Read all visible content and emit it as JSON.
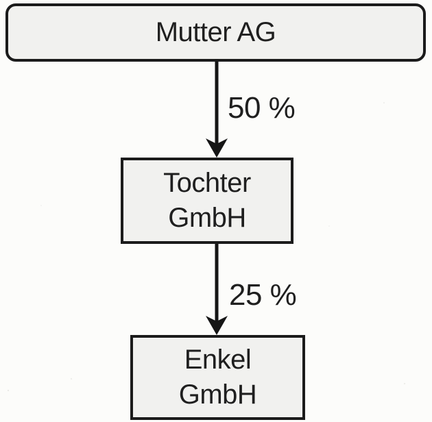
{
  "diagram": {
    "type": "corporate-ownership-hierarchy",
    "colors": {
      "background": "#fcfcfa",
      "box_fill": "#f1f1ef",
      "box_border": "#1b1b1b",
      "arrow": "#151515",
      "text": "#1f1f1f"
    },
    "nodes": [
      {
        "id": "mutter-ag",
        "shape": "rounded-rectangle",
        "lines": [
          "Mutter AG"
        ]
      },
      {
        "id": "tochter-gmbh",
        "shape": "rectangle",
        "lines": [
          "Tochter",
          "GmbH"
        ]
      },
      {
        "id": "enkel-gmbh",
        "shape": "rectangle",
        "lines": [
          "Enkel",
          "GmbH"
        ]
      }
    ],
    "edges": [
      {
        "from": "mutter-ag",
        "to": "tochter-gmbh",
        "label": "50 %"
      },
      {
        "from": "tochter-gmbh",
        "to": "enkel-gmbh",
        "label": "25 %"
      }
    ]
  }
}
